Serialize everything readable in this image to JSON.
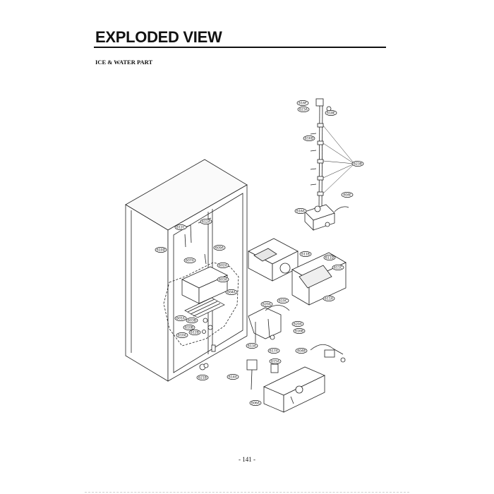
{
  "header": {
    "title": "EXPLODED VIEW",
    "section": "ICE & WATER PART"
  },
  "diagram": {
    "callouts": [
      {
        "key": "c616F",
        "label": "616F"
      },
      {
        "key": "c623A",
        "label": "623A"
      },
      {
        "key": "c618E",
        "label": "618E"
      },
      {
        "key": "c616D",
        "label": "616D"
      },
      {
        "key": "c623B",
        "label": "623B"
      },
      {
        "key": "c404E",
        "label": "404E"
      },
      {
        "key": "c616A",
        "label": "616A"
      },
      {
        "key": "c612A",
        "label": "612A"
      },
      {
        "key": "c612C",
        "label": "612C"
      },
      {
        "key": "c610D",
        "label": "610D"
      },
      {
        "key": "c609A",
        "label": "609A"
      },
      {
        "key": "c607A",
        "label": "607A"
      },
      {
        "key": "c602A",
        "label": "602A"
      },
      {
        "key": "c603A",
        "label": "603A"
      },
      {
        "key": "c604A",
        "label": "604A"
      },
      {
        "key": "c601A",
        "label": "601A"
      },
      {
        "key": "c603B",
        "label": "603B"
      },
      {
        "key": "c610B",
        "label": "610B"
      },
      {
        "key": "c612B",
        "label": "612B"
      },
      {
        "key": "c610A",
        "label": "610A"
      },
      {
        "key": "c621B",
        "label": "621B"
      },
      {
        "key": "c611B",
        "label": "611B"
      },
      {
        "key": "c611D",
        "label": "611D"
      },
      {
        "key": "c611C",
        "label": "611C"
      },
      {
        "key": "c611A",
        "label": "611A"
      },
      {
        "key": "c620A",
        "label": "620A"
      },
      {
        "key": "c619C",
        "label": "619C"
      },
      {
        "key": "c620A2",
        "label": "620A"
      },
      {
        "key": "c616B",
        "label": "616B"
      },
      {
        "key": "c613A",
        "label": "613A"
      },
      {
        "key": "c617A",
        "label": "617A"
      },
      {
        "key": "c404B",
        "label": "404B"
      },
      {
        "key": "c615A",
        "label": "615A"
      },
      {
        "key": "c614A",
        "label": "614A"
      },
      {
        "key": "c606A",
        "label": "606A"
      }
    ]
  },
  "footer": {
    "page_number": "- 141 -"
  }
}
